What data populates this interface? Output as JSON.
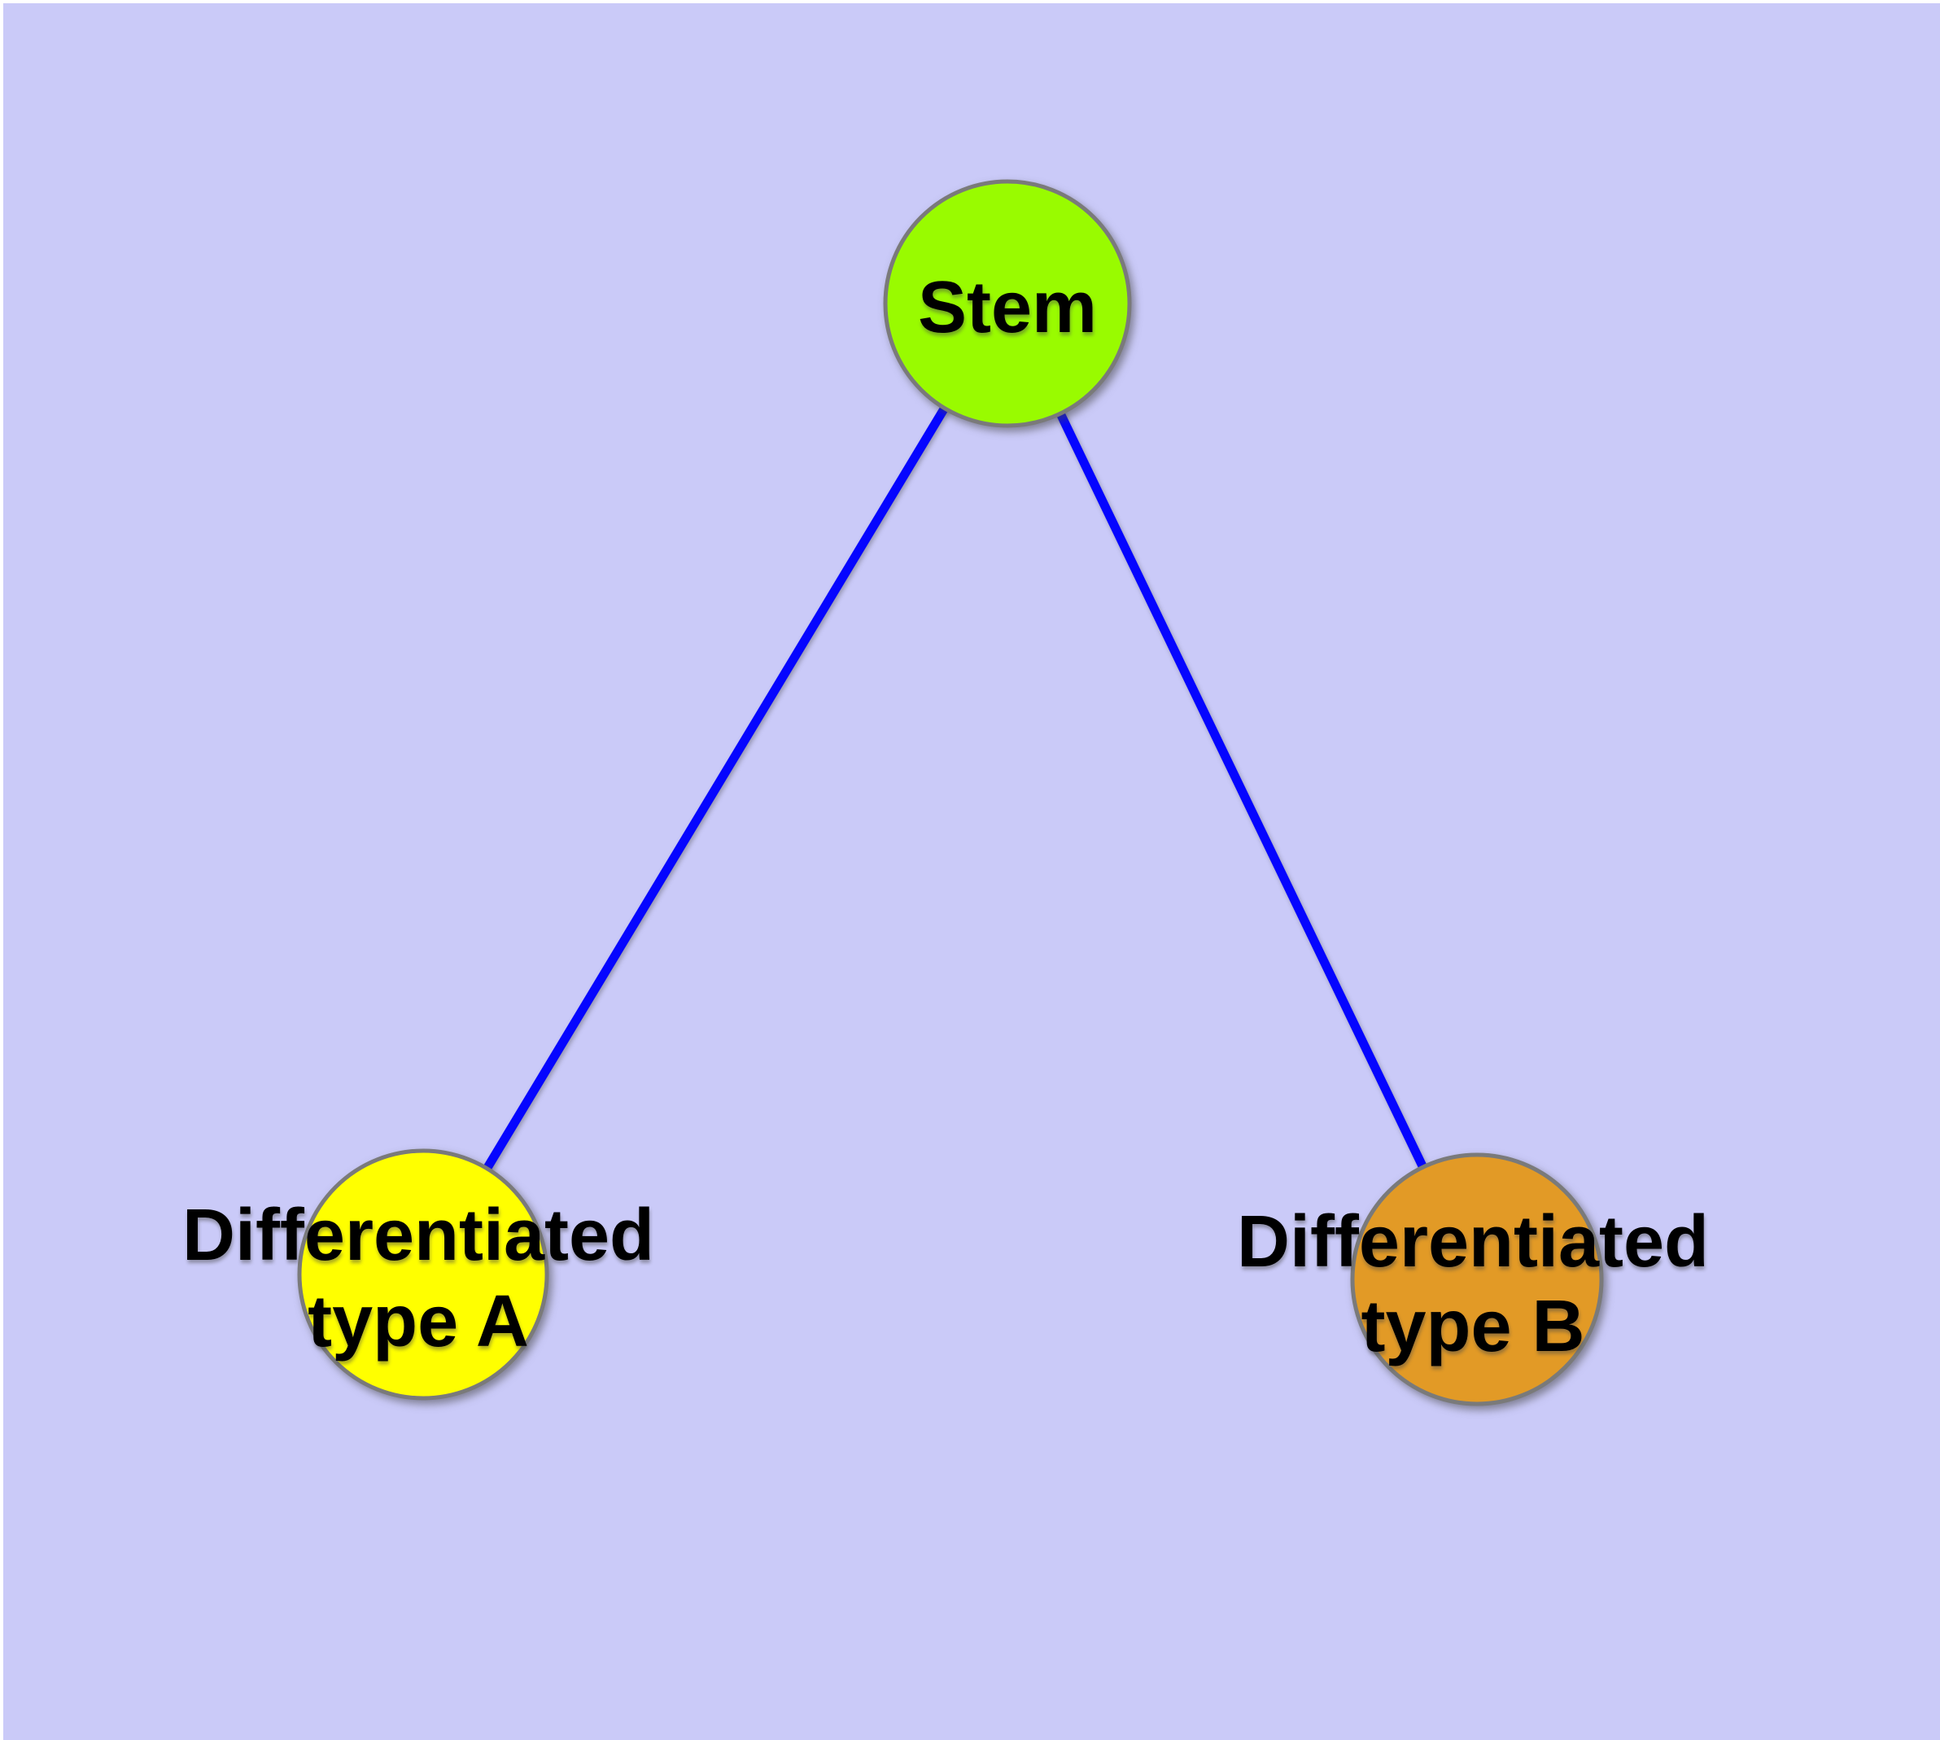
{
  "figure": {
    "page_color": "#ffffff",
    "background_color": "#cacaf8",
    "edge_color": "#0505ff",
    "edge_width": "11",
    "node_border_color": "#7a7a7a",
    "label_color": "#000000",
    "nodes": {
      "stem": {
        "label": "Stem",
        "fill": "#99fb00"
      },
      "type_a": {
        "label_line1": "Differentiated",
        "label_line2": "type A",
        "fill": "#ffff00"
      },
      "type_b": {
        "label_line1": "Differentiated",
        "label_line2": "type B",
        "fill": "#e29a26"
      }
    },
    "edges": [
      {
        "from": "Stem",
        "to": "Differentiated type A"
      },
      {
        "from": "Stem",
        "to": "Differentiated type B"
      }
    ]
  }
}
